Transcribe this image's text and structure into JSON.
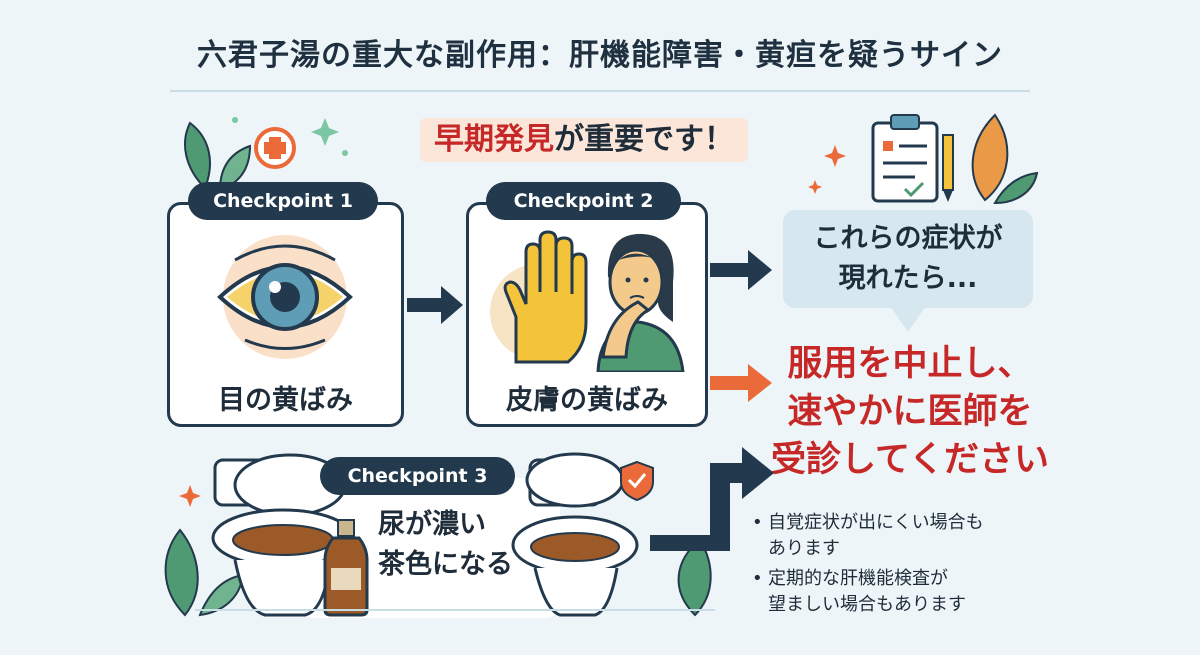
{
  "title": "六君子湯の重大な副作用：肝機能障害・黄疸を疑うサイン",
  "headline": {
    "red": "早期発見",
    "dark": "が重要です！"
  },
  "checkpoints": [
    {
      "tag": "Checkpoint 1",
      "label": "目の黄ばみ"
    },
    {
      "tag": "Checkpoint 2",
      "label": "皮膚の黄ばみ"
    },
    {
      "tag": "Checkpoint 3",
      "label_line1": "尿が濃い",
      "label_line2": "茶色になる"
    }
  ],
  "bubble": {
    "line1": "これらの症状が",
    "line2": "現れたら..."
  },
  "action": {
    "line1": "服用を中止し、",
    "line2": "速やかに医師を",
    "line3": "受診してください"
  },
  "notes": [
    {
      "line1": "自覚症状が出にくい場合も",
      "line2": "あります"
    },
    {
      "line1": "定期的な肝機能検査が",
      "line2": "望ましい場合もあります"
    }
  ],
  "colors": {
    "navy": "#23394d",
    "red": "#c62727",
    "orange": "#ea6a3a",
    "yellow": "#f1c232",
    "leaf": "#4f9a72",
    "bubble": "#d6e7ef"
  },
  "icons": [
    "medical-cross-icon",
    "eye-icon",
    "hand-icon",
    "woman-icon",
    "toilet-icon",
    "bottle-icon",
    "clipboard-icon",
    "pencil-icon",
    "shield-check-icon",
    "leaf-icon",
    "sparkle-icon",
    "arrow-right-icon"
  ]
}
